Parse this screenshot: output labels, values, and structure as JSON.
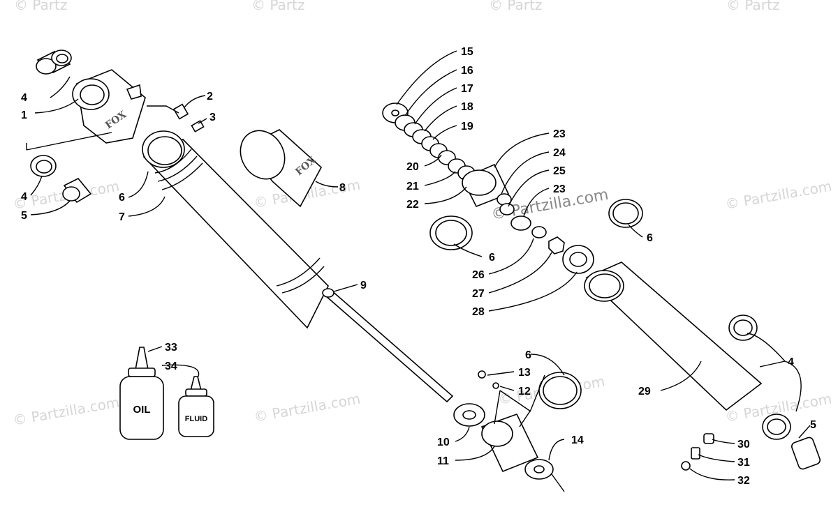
{
  "diagram": {
    "labels": [
      "1",
      "2",
      "3",
      "4",
      "4",
      "4",
      "5",
      "5",
      "6",
      "6",
      "6",
      "6",
      "7",
      "8",
      "9",
      "10",
      "11",
      "12",
      "13",
      "14",
      "15",
      "16",
      "17",
      "18",
      "19",
      "20",
      "21",
      "22",
      "23",
      "24",
      "25",
      "26",
      "27",
      "28",
      "29",
      "30",
      "31",
      "32",
      "33",
      "34"
    ],
    "bottles": {
      "oil": "OIL",
      "fluid": "FLUID"
    },
    "brand_marks": {
      "fox": "FOX"
    },
    "watermarks": {
      "text": "© Partzilla.com",
      "short": "© Partz",
      "center": "© Partzilla.com"
    }
  },
  "colors": {
    "line": "#000000",
    "watermark": "#d6d6d6",
    "watermark_dark": "#888888"
  }
}
